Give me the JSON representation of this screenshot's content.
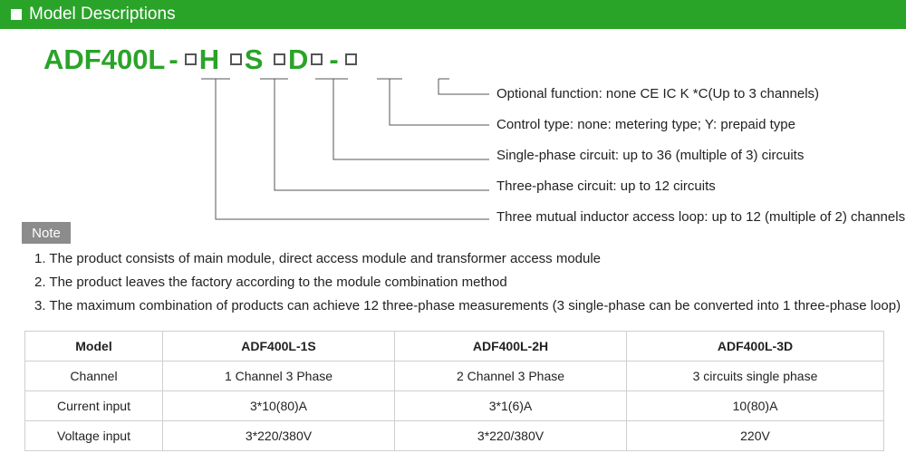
{
  "header": {
    "title": "Model Descriptions"
  },
  "model_code": {
    "prefix": "ADF400L",
    "dash": "-",
    "letter_h": "H",
    "letter_s": "S",
    "letter_d": "D"
  },
  "descriptions": [
    "Optional function: none CE IC K *C(Up to 3 channels)",
    "Control type: none: metering type; Y: prepaid type",
    "Single-phase circuit: up to 36 (multiple of 3) circuits",
    "Three-phase circuit: up to 12 circuits",
    "Three mutual inductor access loop: up to 12 (multiple of 2) channels"
  ],
  "note": {
    "label": "Note",
    "items": [
      "1. The product consists of main module, direct access module and transformer access module",
      "2. The product leaves the factory according to the module combination method",
      "3. The maximum combination of products can achieve 12 three-phase measurements (3 single-phase can be converted into 1 three-phase loop)"
    ]
  },
  "table": {
    "headers": [
      "Model",
      "ADF400L-1S",
      "ADF400L-2H",
      "ADF400L-3D"
    ],
    "rows": [
      [
        "Channel",
        "1 Channel 3 Phase",
        "2 Channel 3 Phase",
        "3 circuits single phase"
      ],
      [
        "Current input",
        "3*10(80)A",
        "3*1(6)A",
        "10(80)A"
      ],
      [
        "Voltage input",
        "3*220/380V",
        "3*220/380V",
        "220V"
      ]
    ]
  },
  "colors": {
    "brand_green": "#2aa329",
    "note_gray": "#8c8c8c",
    "line_gray": "#555555"
  }
}
